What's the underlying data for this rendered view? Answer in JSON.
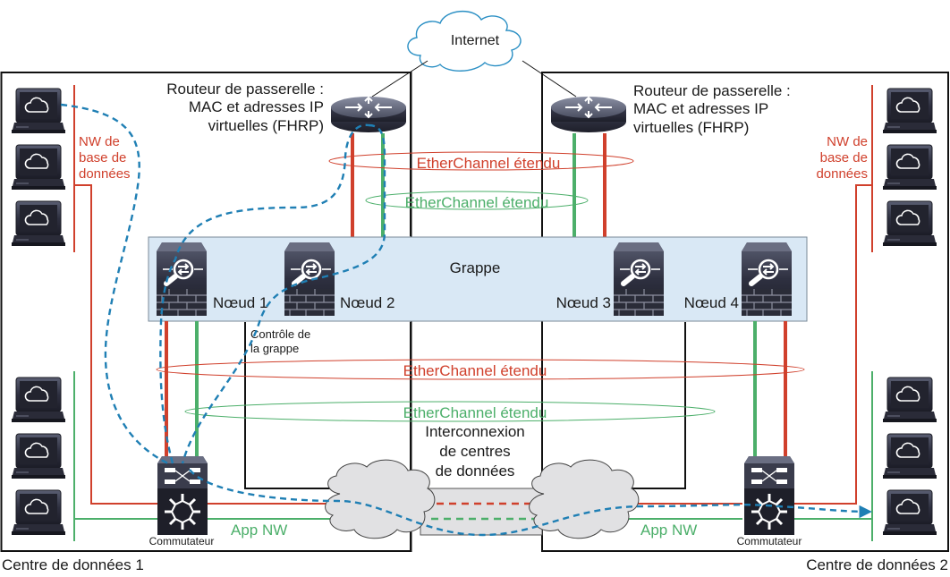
{
  "diagram": {
    "internet_label": "Internet",
    "router_left_label": [
      "Routeur de passerelle :",
      "MAC et adresses IP",
      "virtuelles (FHRP)"
    ],
    "router_right_label": [
      "Routeur de passerelle :",
      "MAC et adresses IP",
      "virtuelles (FHRP)"
    ],
    "db_nw_left_label": [
      "NW de",
      "base de",
      "données"
    ],
    "db_nw_right_label": [
      "NW de",
      "base de",
      "données"
    ],
    "etherchannel_top_red": "EtherChannel étendu",
    "etherchannel_top_green": "EtherChannel étendu",
    "etherchannel_bottom_red": "EtherChannel étendu",
    "etherchannel_bottom_green": "EtherChannel étendu",
    "cluster_label": "Grappe",
    "nodes": [
      "Nœud 1",
      "Nœud 2",
      "Nœud 3",
      "Nœud 4"
    ],
    "cluster_control_label": [
      "Contrôle de",
      "la grappe"
    ],
    "dci_label": [
      "Interconnexion",
      "de centres",
      "de données"
    ],
    "switch_left_label": "Commutateur",
    "switch_right_label": "Commutateur",
    "app_nw_left_label": "App NW",
    "app_nw_right_label": "App NW",
    "dc1_label": "Centre de données 1",
    "dc2_label": "Centre de données 2",
    "icons": {
      "server": "server-cloud-icon",
      "router": "router-icon",
      "firewall": "firewall-icon",
      "switch": "switch-icon",
      "cloud": "cloud-icon"
    },
    "colors": {
      "red": "#d0402c",
      "green": "#4caf6a",
      "blue_dash": "#1f7fb4",
      "cluster_fill": "#d9e8f5",
      "device_dark": "#2c2e3a",
      "cloud_fill": "#e1e1e3"
    }
  }
}
